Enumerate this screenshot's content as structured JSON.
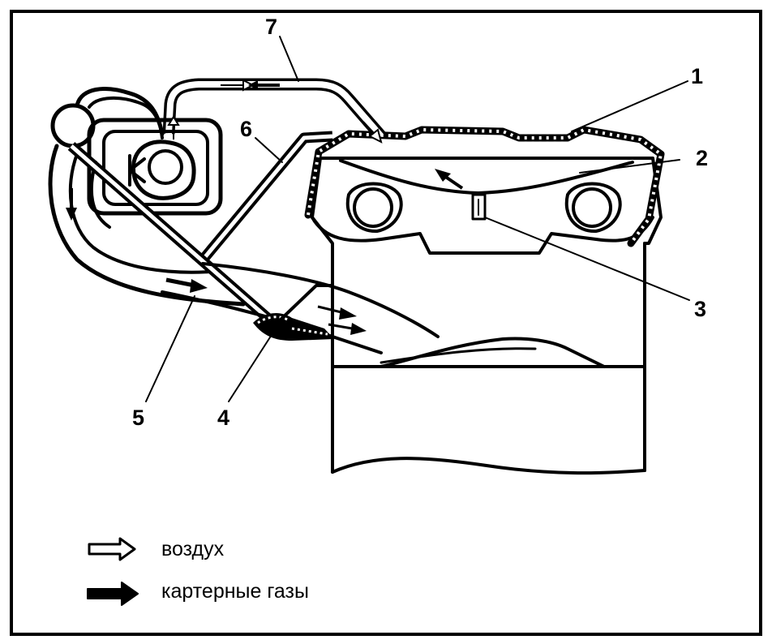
{
  "callouts": {
    "n1": "1",
    "n2": "2",
    "n3": "3",
    "n4": "4",
    "n5": "5",
    "n6": "6",
    "n7": "7"
  },
  "legend": {
    "air_label": "воздух",
    "gases_label": "картерные газы"
  },
  "colors": {
    "ink": "#000000",
    "paper": "#ffffff"
  },
  "icons": {
    "air_arrow": "hollow-arrow-icon",
    "gas_arrow": "solid-arrow-icon"
  }
}
